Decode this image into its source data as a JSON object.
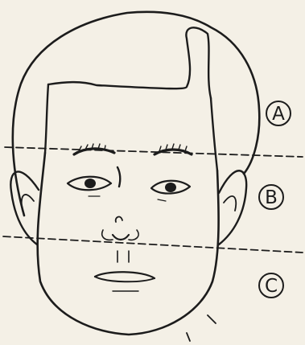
{
  "zones": [
    {
      "id": "forehead",
      "label": "A"
    },
    {
      "id": "middle-face",
      "label": "B"
    },
    {
      "id": "lower-face",
      "label": "C"
    }
  ],
  "ink_color": "#1c1c1c",
  "paper_color": "#f4f0e6"
}
